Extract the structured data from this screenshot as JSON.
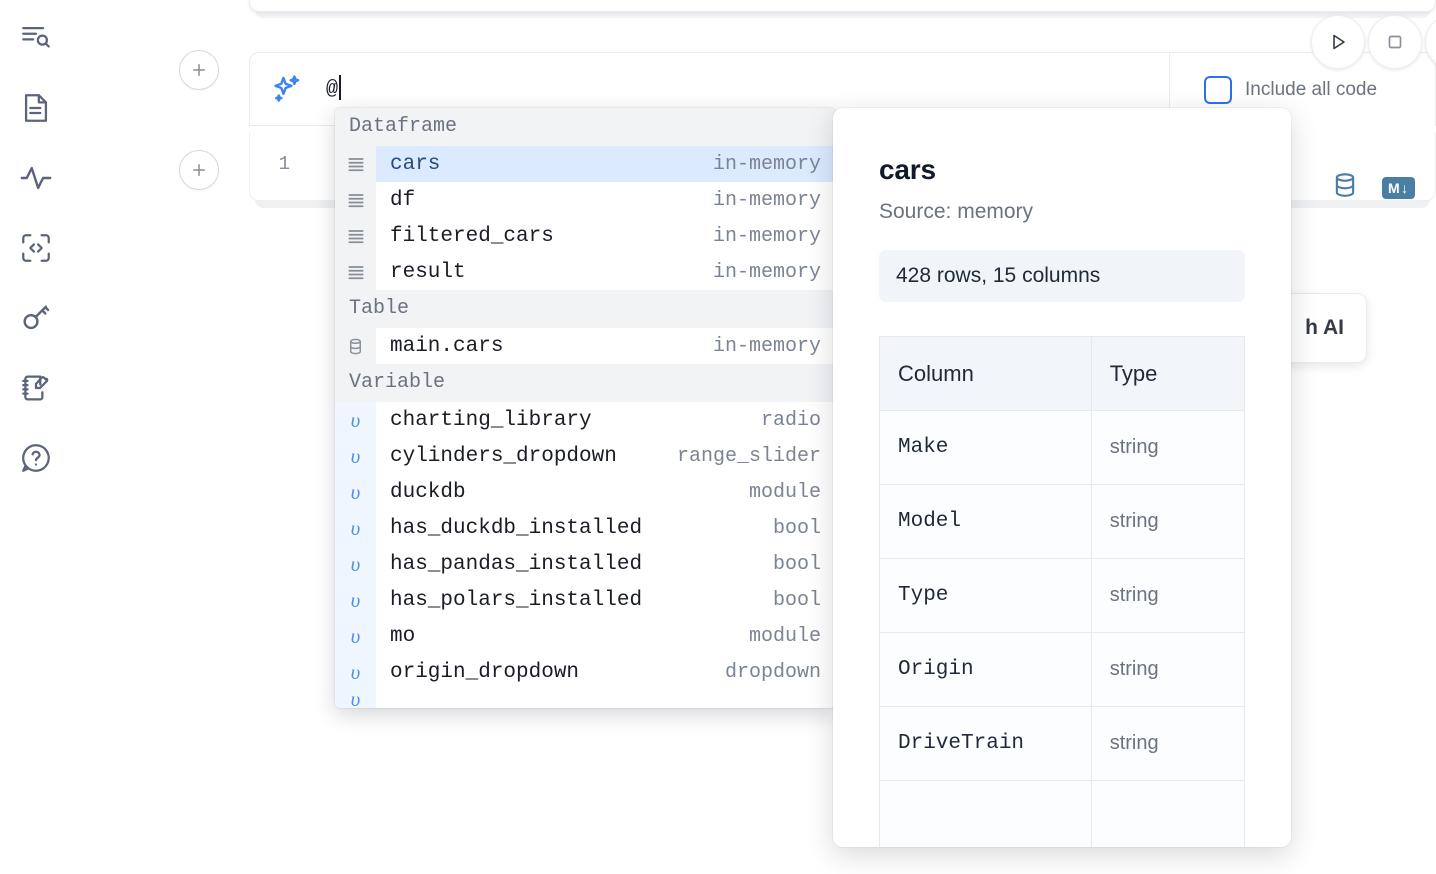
{
  "rail": {
    "items": [
      {
        "name": "file-explorer-icon",
        "label": "File explorer"
      },
      {
        "name": "document-icon",
        "label": "Notebook outline"
      },
      {
        "name": "activity-icon",
        "label": "Dependency graph"
      },
      {
        "name": "code-snippets-icon",
        "label": "Snippets"
      },
      {
        "name": "key-icon",
        "label": "Secrets"
      },
      {
        "name": "scratchpad-icon",
        "label": "Scratchpad"
      },
      {
        "name": "help-icon",
        "label": "Help"
      }
    ]
  },
  "toolbar": {
    "run_label": "Run",
    "stop_label": "Interrupt",
    "more_label": "More"
  },
  "ai_bar": {
    "sparkle_label": "AI",
    "input_value": "@",
    "include_all_code_label": "Include all code",
    "include_all_code_checked": false
  },
  "code_cell": {
    "line_number": "1",
    "database_icon_label": "Data sources",
    "markdown_badge": "M",
    "markdown_badge_arrow": "↓"
  },
  "ai_chip": {
    "label": "h AI"
  },
  "autocomplete": {
    "groups": [
      {
        "title": "Dataframe",
        "items": [
          {
            "icon": "table-rows-icon",
            "name": "cars",
            "type": "in-memory",
            "selected": true
          },
          {
            "icon": "table-rows-icon",
            "name": "df",
            "type": "in-memory",
            "selected": false
          },
          {
            "icon": "table-rows-icon",
            "name": "filtered_cars",
            "type": "in-memory",
            "selected": false
          },
          {
            "icon": "table-rows-icon",
            "name": "result",
            "type": "in-memory",
            "selected": false
          }
        ]
      },
      {
        "title": "Table",
        "items": [
          {
            "icon": "database-icon",
            "name": "main.cars",
            "type": "in-memory",
            "selected": false
          }
        ]
      },
      {
        "title": "Variable",
        "items": [
          {
            "icon": "variable-icon",
            "name": "charting_library",
            "type": "radio",
            "selected": false
          },
          {
            "icon": "variable-icon",
            "name": "cylinders_dropdown",
            "type": "range_slider",
            "selected": false
          },
          {
            "icon": "variable-icon",
            "name": "duckdb",
            "type": "module",
            "selected": false
          },
          {
            "icon": "variable-icon",
            "name": "has_duckdb_installed",
            "type": "bool",
            "selected": false
          },
          {
            "icon": "variable-icon",
            "name": "has_pandas_installed",
            "type": "bool",
            "selected": false
          },
          {
            "icon": "variable-icon",
            "name": "has_polars_installed",
            "type": "bool",
            "selected": false
          },
          {
            "icon": "variable-icon",
            "name": "mo",
            "type": "module",
            "selected": false
          },
          {
            "icon": "variable-icon",
            "name": "origin_dropdown",
            "type": "dropdown",
            "selected": false
          }
        ]
      }
    ]
  },
  "detail_panel": {
    "title": "cars",
    "source": "Source: memory",
    "stat": "428 rows, 15 columns",
    "columns_header": "Column",
    "type_header": "Type",
    "rows": [
      {
        "column": "Make",
        "type": "string"
      },
      {
        "column": "Model",
        "type": "string"
      },
      {
        "column": "Type",
        "type": "string"
      },
      {
        "column": "Origin",
        "type": "string"
      },
      {
        "column": "DriveTrain",
        "type": "string"
      }
    ]
  },
  "colors": {
    "accent_blue": "#2f6fed",
    "selection_blue": "#dbeafe",
    "icon_gray": "#5b6478",
    "steel_blue": "#4b7ea3"
  }
}
